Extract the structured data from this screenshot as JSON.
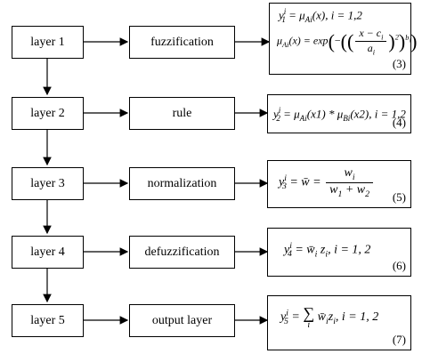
{
  "layers": [
    {
      "label": "layer 1",
      "process": "fuzzification",
      "eq_number": "(3)"
    },
    {
      "label": "layer 2",
      "process": "rule",
      "eq_number": "(4)"
    },
    {
      "label": "layer 3",
      "process": "normalization",
      "eq_number": "(5)"
    },
    {
      "label": "layer 4",
      "process": "defuzzification",
      "eq_number": "(6)"
    },
    {
      "label": "layer 5",
      "process": "output layer",
      "eq_number": "(7)"
    }
  ],
  "equations": {
    "eq3": {
      "line1": {
        "lhs": "y",
        "sup": "i",
        "sub": "1",
        "rhs": "= μ",
        "rhs_sub": "Ai",
        "rhs_tail": "(x), i = 1,2"
      },
      "line2": {
        "lhs": "μ",
        "lhs_sub": "Ai",
        "mid": "(x) = exp",
        "frac_num": "x − c",
        "frac_num_sub": "i",
        "frac_den": "a",
        "frac_den_sub": "i",
        "exp_outer": "b",
        "exp_outer_sub": "i",
        "exp_inner": "2"
      }
    },
    "eq4": {
      "lhs": "y",
      "sup": "i",
      "sub": "2",
      "rhs": "= μ",
      "rhs_sub1": "Ai",
      "mid": "(x1) * μ",
      "rhs_sub2": "Bi",
      "tail": "(x2), i = 1,2"
    },
    "eq5": {
      "lhs": "y",
      "sup": "i",
      "sub": "3",
      "mid": "= w̄ =",
      "num": "w",
      "num_sub": "i",
      "den_a": "w",
      "den_a_sub": "1",
      "den_plus": " + w",
      "den_b_sub": "2"
    },
    "eq6": {
      "lhs": "y",
      "sup": "i",
      "sub": "4",
      "rhs": "= w̄",
      "rhs_sub": "i",
      "mid": "z",
      "mid_sub": "i",
      "tail": ", i = 1, 2"
    },
    "eq7": {
      "lhs": "y",
      "sup": "i",
      "sub": "5",
      "eq": "=",
      "sum": "∑",
      "sum_sub": "i",
      "rhs": "w̄",
      "rhs_sub": "i",
      "mid": "z",
      "mid_sub": "i",
      "tail": ", i = 1, 2"
    }
  }
}
